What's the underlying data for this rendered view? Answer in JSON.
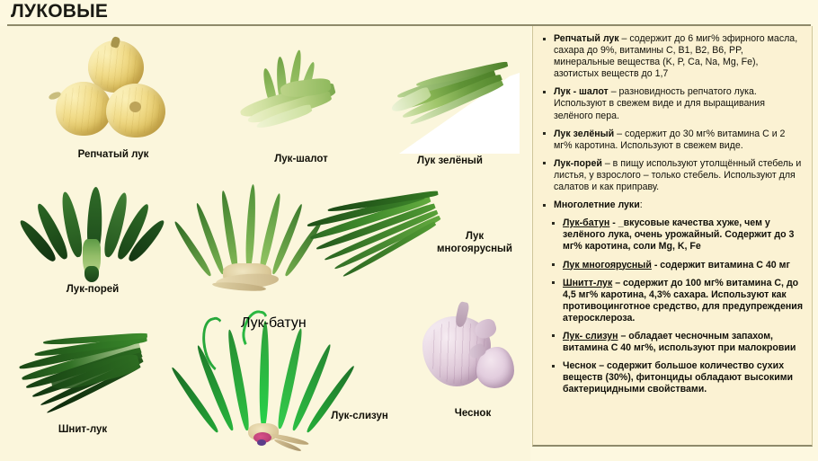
{
  "header": {
    "title": "ЛУКОВЫЕ"
  },
  "figures": [
    {
      "caption": "Репчатый лук",
      "name": "onion-bulbs"
    },
    {
      "caption": "Лук-шалот",
      "name": "shallot"
    },
    {
      "caption": "Лук зелёный",
      "name": "green-onion"
    },
    {
      "caption": "Лук-порей",
      "name": "leek"
    },
    {
      "caption": "Лук-батун",
      "name": "welsh-onion"
    },
    {
      "caption": "Лук\nмногоярусный",
      "name": "tree-onion"
    },
    {
      "caption": "Шнит-лук",
      "name": "chives"
    },
    {
      "caption": "Лук-слизун",
      "name": "slime-onion"
    },
    {
      "caption": "Чеснок",
      "name": "garlic"
    }
  ],
  "figure_captions": {
    "onion": "Репчатый лук",
    "shallot": "Лук-шалот",
    "green_onion": "Лук зелёный",
    "leek": "Лук-порей",
    "welsh": "Лук-батун",
    "tree_onion_line1": "Лук",
    "tree_onion_line2": "многоярусный",
    "chives": "Шнит-лук",
    "slizun": "Лук-слизун",
    "garlic": "Чеснок"
  },
  "panel": {
    "bullets": [
      {
        "name": "Репчатый лук",
        "name_style": "bold",
        "text": " – содержит до 6 миг% эфирного масла, сахара до 9%, витамины C, B1, B2, B6, PP, минеральные вещества (K, P, Ca, Na, Mg, Fe), азотистых веществ до 1,7",
        "level": "top",
        "body_bold": false
      },
      {
        "name": "Лук - шалот",
        "name_style": "bold",
        "text": " – разновидность репчатого лука. Используют в свежем виде и для выращивания зелёного пера.",
        "level": "top",
        "body_bold": false
      },
      {
        "name": "Лук зелёный",
        "name_style": "bold",
        "text": " – содержит до 30 мг% витамина С и 2 мг% каротина. Используют в свежем виде.",
        "level": "top",
        "body_bold": false
      },
      {
        "name": "Лук-порей",
        "name_style": "bold",
        "text": " – в пищу используют утолщённый стебель и листья, у взрослого – только  стебель. Используют для салатов и как приправу.",
        "level": "top",
        "body_bold": false
      },
      {
        "name": "Многолетние луки",
        "name_style": "bold",
        "text": ":",
        "level": "top",
        "body_bold": false
      },
      {
        "name": "Лук-батун",
        "name_style": "underline",
        "text": " - _вкусовые качества хуже, чем у зелёного лука, очень урожайный. Содержит до 3 мг% каротина, соли Mg, K, Fe",
        "level": "sub",
        "body_bold": true
      },
      {
        "name": "Лук многоярусный",
        "name_style": "underline",
        "text": " -  содержит витамина С 40 мг",
        "level": "sub",
        "body_bold": true
      },
      {
        "name": "Шнитт-лук",
        "name_style": "underline",
        "text": " – содержит до 100 мг% витамина С, до 4,5 мг% каротина, 4,3% сахара. Используют как противоцинготное средство, для предупреждения  атеросклероза.",
        "level": "sub",
        "body_bold": true
      },
      {
        "name": "Лук- слизун",
        "name_style": "underline",
        "text": " – обладает чесночным запахом, витамина С 40 мг%, используют при малокровии",
        "level": "sub",
        "body_bold": true
      },
      {
        "name": "Чеснок",
        "name_style": "bold",
        "text": " – содержит большое количество сухих веществ (30%), фитонциды обладают высокими бактерицидными свойствами.",
        "level": "sub",
        "body_bold": true
      }
    ]
  },
  "colors": {
    "slide_background": "#fdf8e0",
    "board_background": "#fbf6dc",
    "panel_background": "#fbf2d3",
    "rule": "#8e8a6a",
    "text": "#12110a"
  }
}
